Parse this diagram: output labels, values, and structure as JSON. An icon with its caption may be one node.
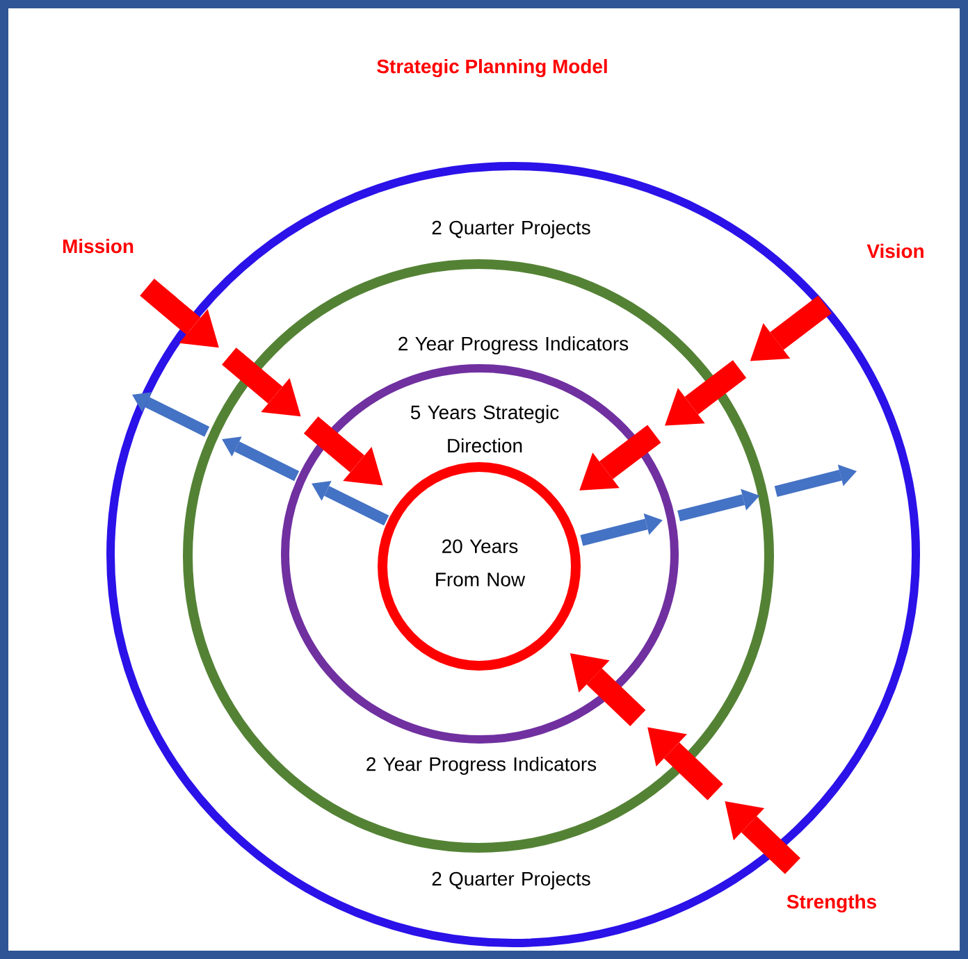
{
  "diagram": {
    "title": "Strategic Planning Model",
    "nodes": [
      {
        "text": [
          "2 Quarter Projects",
          "2 Quarter Projects"
        ]
      },
      {
        "text": [
          "2 Year Progress Indicators",
          "2 Year Progress Indicators"
        ],
        "in": 0
      },
      {
        "text": [
          "5 Years Strategic Direction"
        ],
        "in": 1
      },
      {
        "text": [
          "20 Years From Now"
        ],
        "in": 2
      },
      {
        "text": [
          "Mission"
        ]
      },
      {
        "text": [
          "Vision"
        ]
      },
      {
        "text": [
          "Strengths"
        ]
      }
    ],
    "edges": [
      {
        "from": 4,
        "to": 3,
        "arrow": "to",
        "style": "dashed",
        "color": "#ff0000"
      },
      {
        "from": 5,
        "to": 3,
        "arrow": "to",
        "style": "dashed",
        "color": "#ff0000"
      },
      {
        "from": 6,
        "to": 3,
        "arrow": "to",
        "style": "dashed",
        "color": "#ff0000"
      },
      {
        "from": 3,
        "to": null,
        "arrow": "to",
        "style": "dashed",
        "color": "#4472c4"
      },
      {
        "from": 3,
        "to": null,
        "arrow": "to",
        "style": "dashed",
        "color": "#4472c4"
      }
    ]
  }
}
